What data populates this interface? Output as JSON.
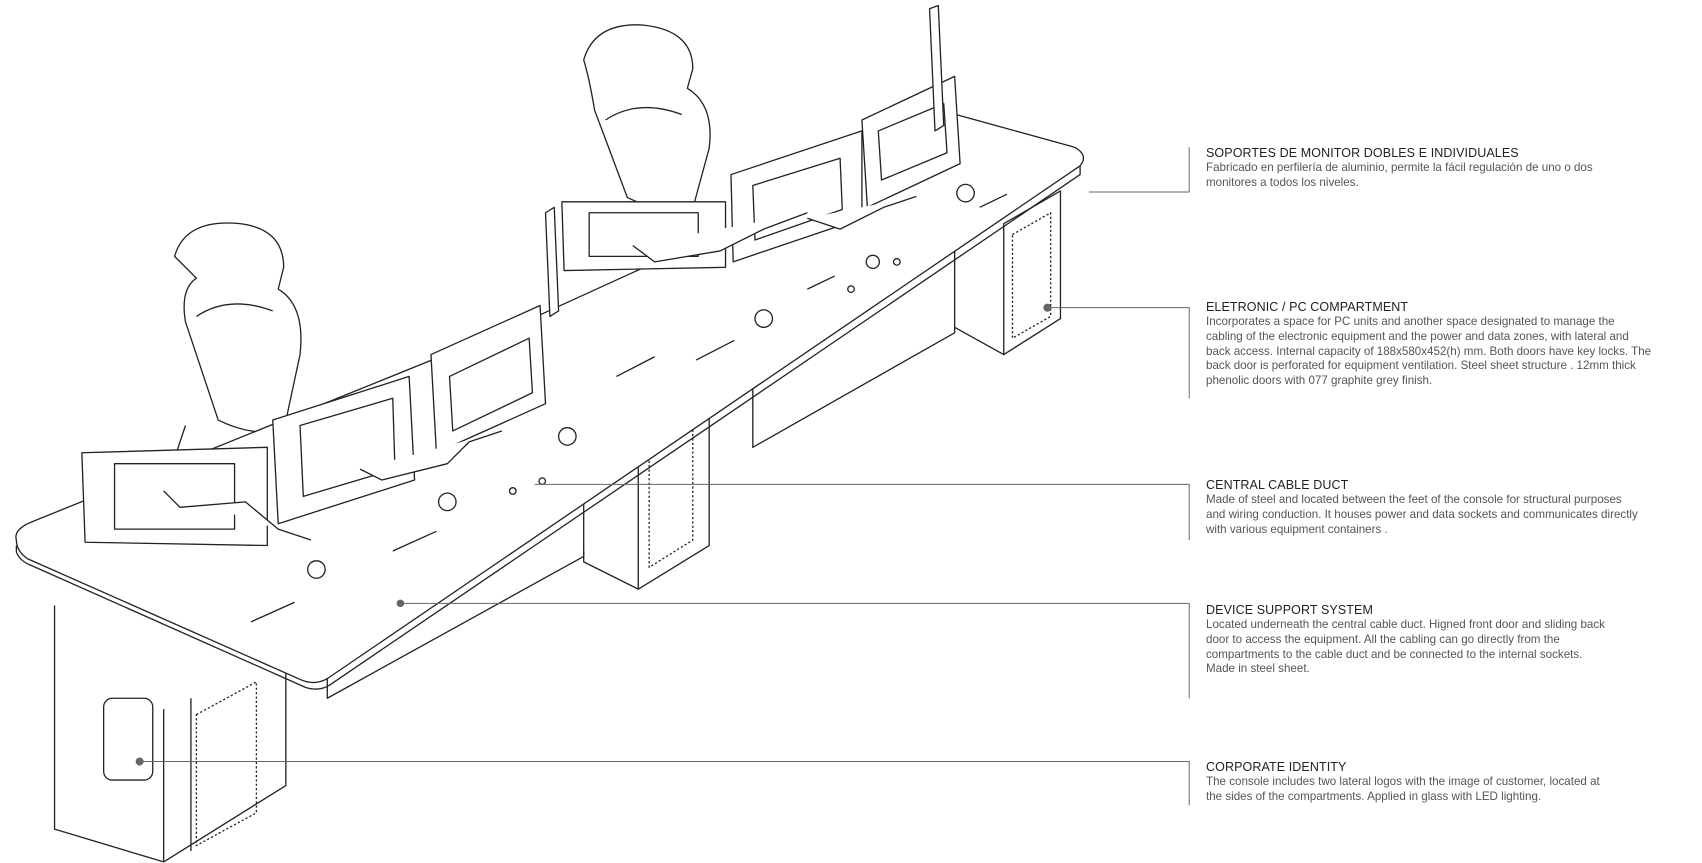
{
  "annotations": [
    {
      "title": "SOPORTES  DE MONITOR DOBLES E INDIVIDUALES",
      "lines": [
        "Fabricado en perfilería de aluminio, permite la fácil regulación de uno o dos",
        "monitores a todos los niveles."
      ]
    },
    {
      "title": "ELETRONIC / PC COMPARTMENT",
      "lines": [
        "Incorporates a space for PC units and another space designated to manage the",
        "cabling of the electronic equipment and the power and data zones, with lateral and",
        "back access. Internal capacity of 188x580x452(h) mm. Both doors have key locks. The",
        "back door is perforated for equipment ventilation. Steel sheet structure . 12mm thick",
        "phenolic doors with 077 graphite grey finish."
      ]
    },
    {
      "title": "CENTRAL CABLE DUCT",
      "lines": [
        "Made of steel and located between the feet of the console for structural purposes",
        "and wiring conduction. It houses power and data sockets and communicates directly",
        "with various equipment containers ."
      ]
    },
    {
      "title": "DEVICE SUPPORT SYSTEM",
      "lines": [
        "Located underneath the central cable duct. Higned front door and sliding back",
        "door to access the equipment. All the cabling can go directly from the",
        "compartments to the cable duct and be connected to the internal sockets.",
        "Made in steel sheet."
      ]
    },
    {
      "title": "CORPORATE IDENTITY",
      "lines": [
        "The console includes two lateral logos with the image of customer, located at",
        "the sides of the compartments. Applied in glass with LED lighting."
      ]
    }
  ],
  "colors": {
    "line": "#222222",
    "leader": "#666666",
    "text": "#555555"
  }
}
